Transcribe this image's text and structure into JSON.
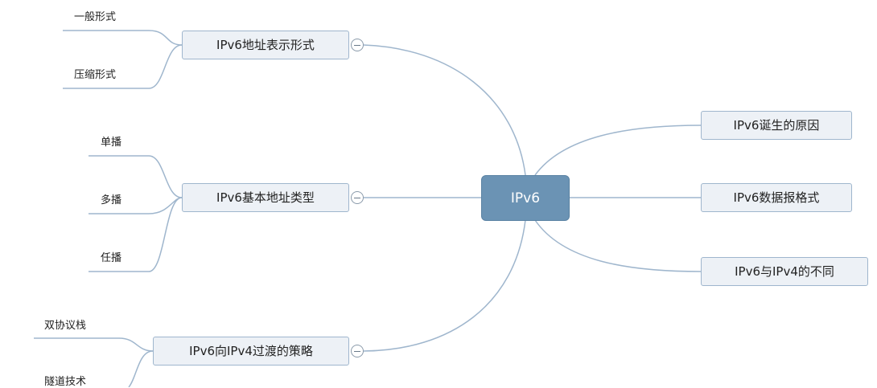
{
  "root": {
    "label": "IPv6"
  },
  "left_branches": [
    {
      "label": "IPv6地址表示形式",
      "children": [
        "一般形式",
        "压缩形式"
      ]
    },
    {
      "label": "IPv6基本地址类型",
      "children": [
        "单播",
        "多播",
        "任播"
      ]
    },
    {
      "label": "IPv6向IPv4过渡的策略",
      "children": [
        "双协议栈",
        "隧道技术"
      ]
    }
  ],
  "right_branches": [
    {
      "label": "IPv6诞生的原因"
    },
    {
      "label": "IPv6数据报格式"
    },
    {
      "label": "IPv6与IPv4的不同"
    }
  ],
  "colors": {
    "line": "#9fb6cd",
    "root": "#6b93b4",
    "node_fill": "#edf1f6"
  }
}
